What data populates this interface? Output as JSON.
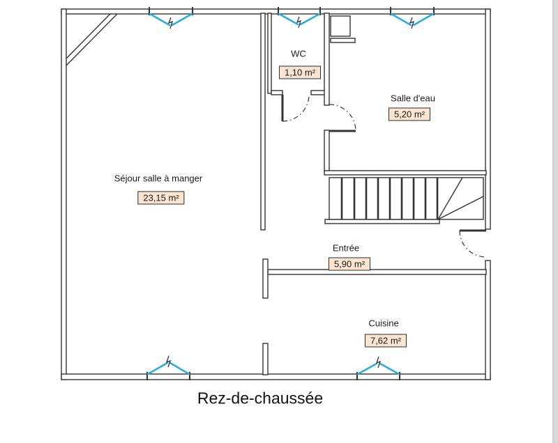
{
  "title": "Rez-de-chaussée",
  "rooms": [
    {
      "name": "Séjour salle à manger",
      "area": "23,15 m²"
    },
    {
      "name": "WC",
      "area": "1,10 m²"
    },
    {
      "name": "Salle d'eau",
      "area": "5,20 m²"
    },
    {
      "name": "Entrée",
      "area": "5,90 m²"
    },
    {
      "name": "Cuisine",
      "area": "7,62 m²"
    }
  ],
  "colors": {
    "wall": "#333333",
    "window": "#29abe2",
    "badge_bg": "#fbe5d0",
    "badge_border": "#2b2b2b",
    "text": "#1a1a1a",
    "edge_strip": "#d8d8d8"
  }
}
